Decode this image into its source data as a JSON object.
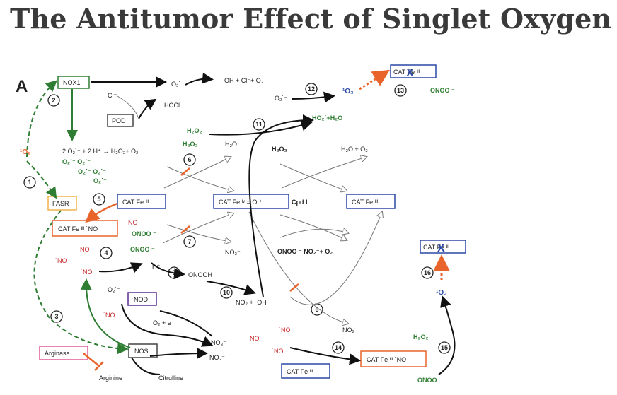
{
  "title": "The Antitumor Effect of Singlet Oxygen",
  "panel_label": "A",
  "boxes": {
    "nox1": "NOX1",
    "pod": "POD",
    "fasr": "FASR",
    "cat_fe_iii_no_left": "CAT Fe ᴵᴵᴵ ˙NO",
    "cat_fe_left": "CAT Fe ᴵᴵᴵ",
    "cat_compound_i": "CAT Fe ᴵᵛ = O˙⁺",
    "cat_fe_right": "CAT Fe ᴵᴵᴵ",
    "cat_x_top": "CAT Fe ᴵᴵᴵ",
    "cat_x_right": "CAT Fe ᴵᴵᴵ",
    "nod": "NOD",
    "nos": "NOS",
    "arginase": "Arginase",
    "cat_fe_bottom": "CAT Fe ᴵᴵᴵ",
    "cat_fe_iii_no_right": "CAT Fe ᴵᴵᴵ ˙NO"
  },
  "labels": {
    "o2_superoxide_top": "O₂˙⁻",
    "oh_products": "˙OH + Cl⁻+ O₂",
    "cl_minus": "Cl⁻",
    "hocl": "HOCl",
    "two_o2_reaction": "2 O₂˙⁻ + 2 H⁺ →  H₂O₂+ O₂",
    "h2o2_green_1": "H₂O₂",
    "h2o2_green_2": "H₂O₂",
    "h2o_1": "H₂O",
    "h2o2_black": "H₂O₂",
    "h2o_o2": "H₂O + O₂",
    "superoxide_cluster": "O₂˙⁻   O₂˙⁻",
    "superoxide_cluster_2": "O₂˙⁻  O₂˙⁻",
    "superoxide_cluster_3": "O₂˙⁻",
    "singlet_o2_left": "¹O₂",
    "singlet_o2_top": "¹O₂",
    "singlet_o2_right": "¹O₂",
    "o2_superoxide_12": "O₂˙⁻",
    "ho2_h2o": "HO₂˙+H₂O",
    "onoo_top": "ONOO ⁻",
    "no_5": "˙NO",
    "onoo_green_1": "ONOO ⁻",
    "no2_minus_7": "NO₂⁻",
    "cpd_i": "Cpd I",
    "onoo_mid": "ONOO ⁻  NO₂⁻+ O₂",
    "no_4a": "˙NO",
    "no_4b": "˙NO",
    "no_4c": "˙NO",
    "onoo_green_2": "ONOO ⁻",
    "h_plus": "H⁺",
    "onooh": "ONOOH",
    "no2_oh": "˙NO₂ + ˙OH",
    "o2_superoxide_nod": "O₂˙⁻",
    "no_nod": "˙NO",
    "o2_e": "O₂ + e⁻",
    "no3_minus_1": "NO₃⁻",
    "no3_minus_2": "NO₃⁻",
    "no2_minus_8": "NO₂⁻",
    "no_14a": "˙NO",
    "no_14b": "˙NO",
    "no_14c": "˙NO",
    "arginine": "Arginine",
    "citrulline": "Citrulline",
    "h2o2_15": "H₂O₂",
    "onoo_15": "ONOO ⁻"
  },
  "steps": [
    "1",
    "2",
    "3",
    "4",
    "5",
    "6",
    "7",
    "8",
    "9",
    "10",
    "11",
    "12",
    "13",
    "14",
    "15",
    "16"
  ],
  "colors": {
    "green": "#2e7d32",
    "red": "#c62828",
    "orange": "#e8642a",
    "blue": "#2b49a6",
    "fasr_border": "#f0b24a",
    "arginase_border": "#e05a9a",
    "nod_border": "#5c2d91"
  }
}
